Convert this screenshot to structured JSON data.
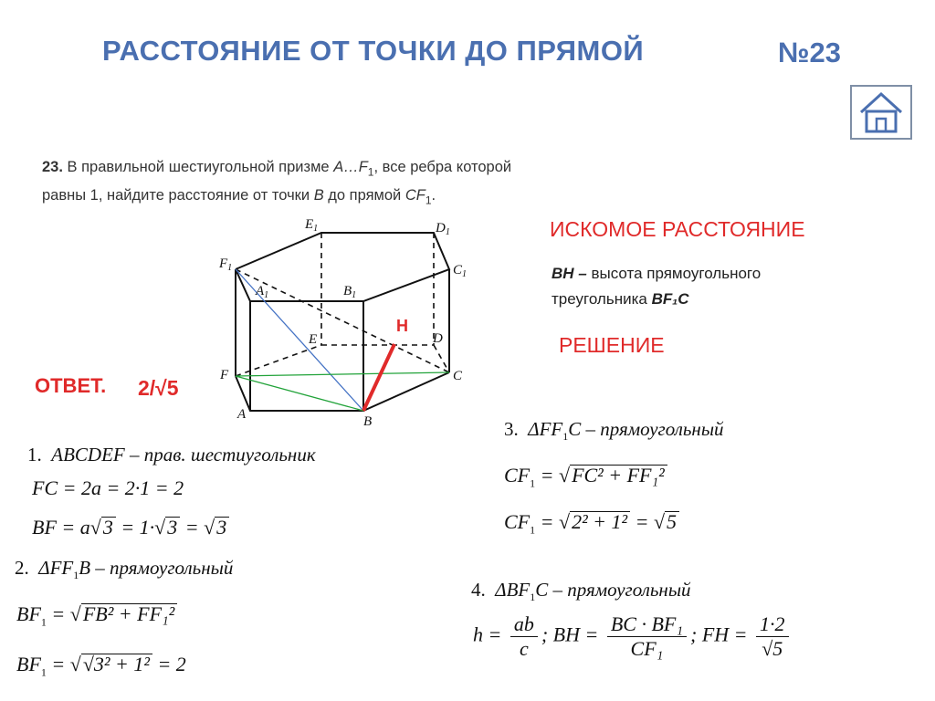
{
  "header": {
    "title": "РАССТОЯНИЕ  ОТ  ТОЧКИ  ДО ПРЯМОЙ",
    "number": "№23"
  },
  "problem": {
    "number": "23.",
    "text_1": "В правильной шестиугольной призме ",
    "prism": "A…F",
    "sub_1": "1",
    "text_2": ", все ребра которой",
    "text_3": "равны 1, найдите расстояние от точки ",
    "point": "B",
    "text_4": " до прямой ",
    "line": "CF",
    "sub_2": "1",
    "end": "."
  },
  "sought": {
    "heading": "ИСКОМОЕ РАССТОЯНИЕ",
    "bh": "BH –",
    "desc": " высота прямоугольного",
    "desc_2": "треугольника  ",
    "triangle": "BF₁C"
  },
  "solution_label": "РЕШЕНИЕ",
  "answer": {
    "label": "ОТВЕТ.",
    "value": "2/√5"
  },
  "figure": {
    "vertices": {
      "E1": "E",
      "D1": "D",
      "F1": "F",
      "C1": "C",
      "A1": "A",
      "B1": "B",
      "E": "E",
      "D": "D",
      "F": "F",
      "C": "C",
      "A": "A",
      "B": "B",
      "H": "H",
      "sub": "1"
    },
    "colors": {
      "edge": "#111111",
      "blue": "#4472c4",
      "green": "#22a33a",
      "red": "#e02a2a"
    }
  },
  "steps": {
    "s1": {
      "label": "1.",
      "text": "ABCDEF – прав.   шестиугольник",
      "fc": "FC = 2a = 2·1 = 2",
      "bf_left": "BF = a",
      "bf_r1": "3",
      "bf_mid": " = 1·",
      "bf_r2": "3",
      "bf_eq": " = ",
      "bf_r3": "3"
    },
    "s2": {
      "label": "2.",
      "text": "ΔFF",
      "sub": "1",
      "text_2": "B – прямоугольный",
      "l1_left": "BF",
      "l1_sub": "1",
      "l1_eq": " = ",
      "l1_rad": "FB² + FF₁²",
      "l2_left": "BF",
      "l2_sub": "1",
      "l2_eq": " = ",
      "l2_rad": "√3² + 1²",
      "l2_res": " = 2"
    },
    "s3": {
      "label": "3.",
      "text": "ΔFF",
      "sub": "1",
      "text_2": "C – прямоугольный",
      "l1_left": "CF",
      "l1_sub": "1",
      "l1_eq": " = ",
      "l1_rad": "FC² + FF₁²",
      "l2_left": "CF",
      "l2_sub": "1",
      "l2_eq": " = ",
      "l2_rad": "2² + 1²",
      "l2_mid": " = ",
      "l2_r": "5"
    },
    "s4": {
      "label": "4.",
      "text": "ΔBF",
      "sub": "1",
      "text_2": "C – прямоугольный",
      "h": "h = ",
      "h_num": "ab",
      "h_den": "c",
      "bh": ";  BH = ",
      "bh_num": "BC · BF₁",
      "bh_den": "CF₁",
      "fh": ";  FH = ",
      "fh_num": "1·2",
      "fh_den": "√5"
    }
  }
}
